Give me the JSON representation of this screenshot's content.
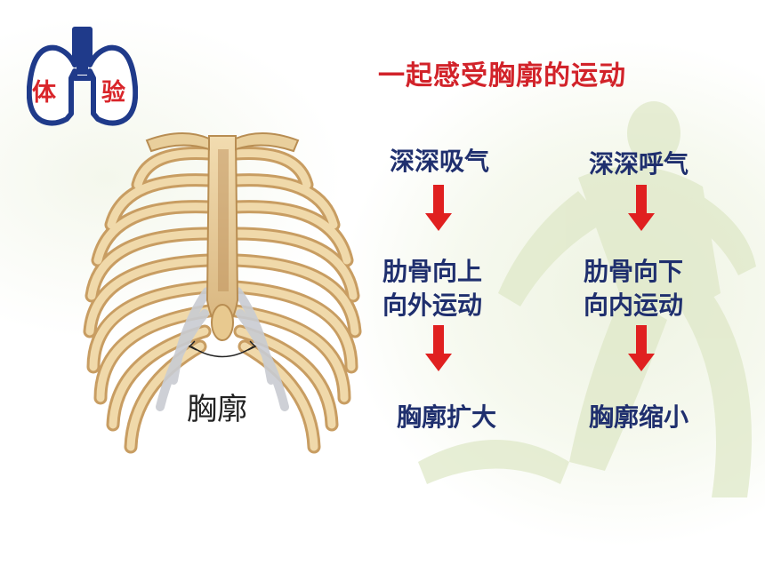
{
  "badge": {
    "left_char": "体",
    "right_char": "验",
    "color": "#d9252a"
  },
  "title": "一起感受胸廓的运动",
  "inhale": {
    "heading": "深深吸气",
    "step1_line1": "肋骨向上",
    "step1_line2": "向外运动",
    "result": "胸廓扩大"
  },
  "exhale": {
    "heading": "深深呼气",
    "step1_line1": "肋骨向下",
    "step1_line2": "向内运动",
    "result": "胸廓缩小"
  },
  "image_label": "胸廓",
  "colors": {
    "title": "#d2232a",
    "text": "#1f2f6e",
    "arrow": "#e02020"
  }
}
